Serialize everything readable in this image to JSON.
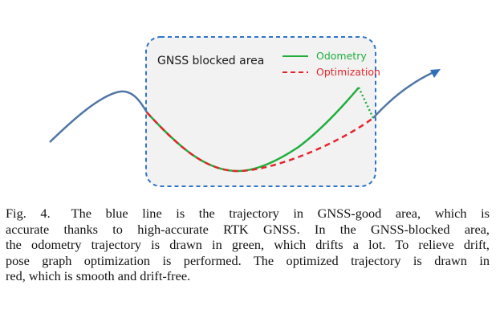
{
  "figure": {
    "box_label": "GNSS blocked area",
    "legend": [
      {
        "label": "Odometry",
        "color": "#1fae3c",
        "style": "solid"
      },
      {
        "label": "Optimization",
        "color": "#e3262b",
        "style": "dashed"
      }
    ],
    "colors": {
      "trajectory": "#4f76a6",
      "arrow": "#2f6fb6",
      "box_border": "#2e75c9",
      "box_fill": "#f2f2f2"
    }
  },
  "caption": {
    "label": "Fig. 4.",
    "lines": [
      "The blue line is the trajectory in GNSS-good area, which is",
      "accurate thanks to high-accurate RTK GNSS. In the GNSS-blocked area,",
      "the odometry trajectory is drawn in green, which drifts a lot. To relieve drift,",
      "pose graph optimization is performed. The optimized trajectory is drawn in",
      "red, which is smooth and drift-free."
    ]
  }
}
